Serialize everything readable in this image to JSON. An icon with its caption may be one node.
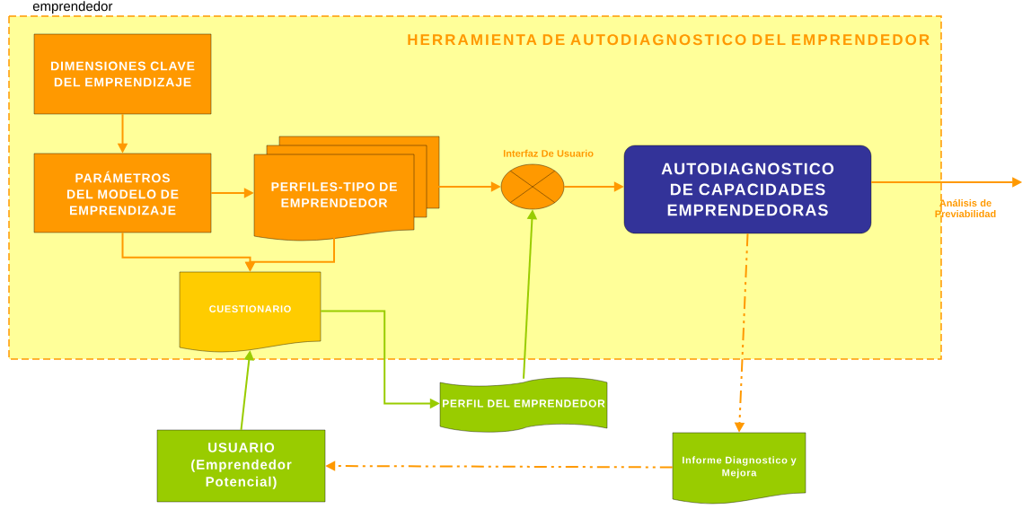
{
  "diagram": {
    "nodes": [
      {
        "text": [
          "HERRAMIENTA DE AUTODIAGNOSTICO DEL EMPRENDEDOR"
        ]
      },
      {
        "text": [
          "DIMENSIONES CLAVE DEL EMPRENDIZAJE"
        ],
        "in": 0
      },
      {
        "text": [
          "PARÁMETROS DEL MODELO DE EMPRENDIZAJE"
        ],
        "in": 0
      },
      {
        "text": [
          "PERFILES-TIPO DE EMPRENDEDOR"
        ],
        "in": 0
      },
      {
        "text": [],
        "shape": "circle",
        "beside": [
          "Interfaz De Usuario"
        ],
        "in": 0
      },
      {
        "text": [
          "AUTODIAGNOSTICO DE CAPACIDADES EMPRENDEDORAS"
        ],
        "in": 0
      },
      {
        "text": [
          "CUESTIONARIO"
        ],
        "in": 0
      },
      {
        "text": [
          "PERFIL DEL EMPRENDEDOR"
        ]
      },
      {
        "text": [
          "USUARIO (Emprendedor Potencial)"
        ]
      },
      {
        "text": [
          "Informe Diagnostico y Mejora"
        ]
      }
    ],
    "edges": [
      {
        "from": 1,
        "to": 2,
        "arrow": "to"
      },
      {
        "from": 2,
        "to": 3,
        "arrow": "to"
      },
      {
        "from": 2,
        "to": 6,
        "arrow": "to"
      },
      {
        "from": 3,
        "to": 6,
        "arrow": "to"
      },
      {
        "from": 3,
        "to": 4,
        "arrow": "to"
      },
      {
        "from": 4,
        "to": 5,
        "arrow": "to"
      },
      {
        "from": 5,
        "to": null,
        "arrow": "to",
        "label": "Análisis de Previabilidad"
      },
      {
        "from": 6,
        "to": 7,
        "arrow": "to",
        "color": "#99cc00"
      },
      {
        "from": 7,
        "to": 4,
        "arrow": "to",
        "color": "#99cc00"
      },
      {
        "from": 8,
        "to": 6,
        "arrow": "to",
        "color": "#99cc00"
      },
      {
        "from": 5,
        "to": 9,
        "arrow": "to",
        "style": "dashed"
      },
      {
        "from": 9,
        "to": 8,
        "arrow": "to",
        "style": "dashed"
      }
    ],
    "labels": [
      "emprendedor"
    ]
  }
}
